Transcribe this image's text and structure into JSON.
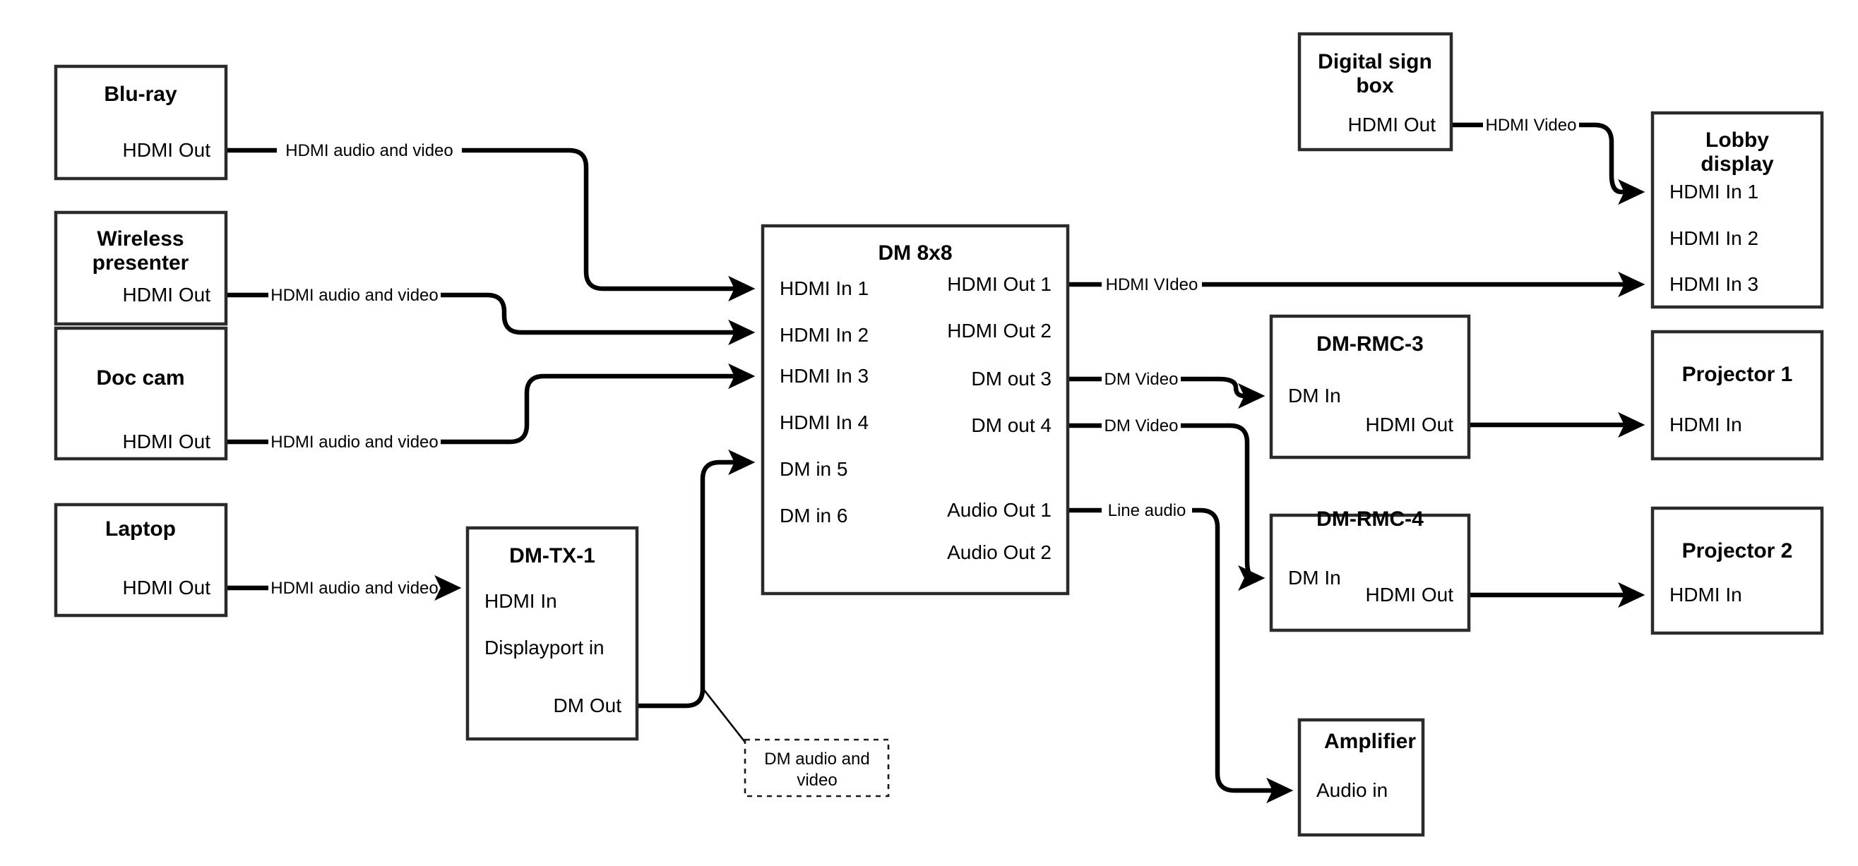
{
  "diagram": {
    "title": "AV signal flow diagram",
    "colors": {
      "box_border": "#2b2b2b",
      "wire": "#000000",
      "background": "#ffffff"
    },
    "nodes": [
      {
        "id": "bluray",
        "title": "Blu-ray",
        "ports": [
          "HDMI Out"
        ]
      },
      {
        "id": "wireless",
        "title": "Wireless presenter",
        "ports": [
          "HDMI Out"
        ]
      },
      {
        "id": "doccam",
        "title": "Doc cam",
        "ports": [
          "HDMI Out"
        ]
      },
      {
        "id": "laptop",
        "title": "Laptop",
        "ports": [
          "HDMI Out"
        ]
      },
      {
        "id": "dmtx1",
        "title": "DM-TX-1",
        "ports": [
          "HDMI In",
          "Displayport in",
          "DM Out"
        ]
      },
      {
        "id": "dm8x8",
        "title": "DM 8x8",
        "inputs": [
          "HDMI In 1",
          "HDMI In 2",
          "HDMI In 3",
          "HDMI In 4",
          "DM in 5",
          "DM in 6"
        ],
        "outputs": [
          "HDMI Out 1",
          "HDMI Out 2",
          "DM out 3",
          "DM out 4",
          "Audio Out 1",
          "Audio Out 2"
        ]
      },
      {
        "id": "signbox",
        "title": "Digital sign box",
        "ports": [
          "HDMI Out"
        ]
      },
      {
        "id": "lobby",
        "title": "Lobby display",
        "ports": [
          "HDMI In 1",
          "HDMI In 2",
          "HDMI In 3"
        ]
      },
      {
        "id": "rmc3",
        "title": "DM-RMC-3",
        "ports": [
          "DM In",
          "HDMI Out"
        ]
      },
      {
        "id": "rmc4",
        "title": "DM-RMC-4",
        "ports": [
          "DM In",
          "HDMI Out"
        ]
      },
      {
        "id": "proj1",
        "title": "Projector 1",
        "ports": [
          "HDMI In"
        ]
      },
      {
        "id": "proj2",
        "title": "Projector 2",
        "ports": [
          "HDMI In"
        ]
      },
      {
        "id": "amp",
        "title": "Amplifier",
        "ports": [
          "Audio in"
        ]
      }
    ],
    "link_labels": {
      "bluray_to_in1": "HDMI audio and video",
      "wireless_to_in2": "HDMI audio and video",
      "doccam_to_in3": "HDMI audio and video",
      "laptop_to_tx1": "HDMI audio and video",
      "sign_to_lobby": "HDMI Video",
      "hdmiout1_to_lobby3": "HDMI VIdeo",
      "dmout3_to_rmc3": "DM Video",
      "dmout4_to_rmc4": "DM Video",
      "audioout1_to_amp": "Line audio"
    },
    "callout": {
      "text_line1": "DM audio and",
      "text_line2": "video"
    }
  }
}
